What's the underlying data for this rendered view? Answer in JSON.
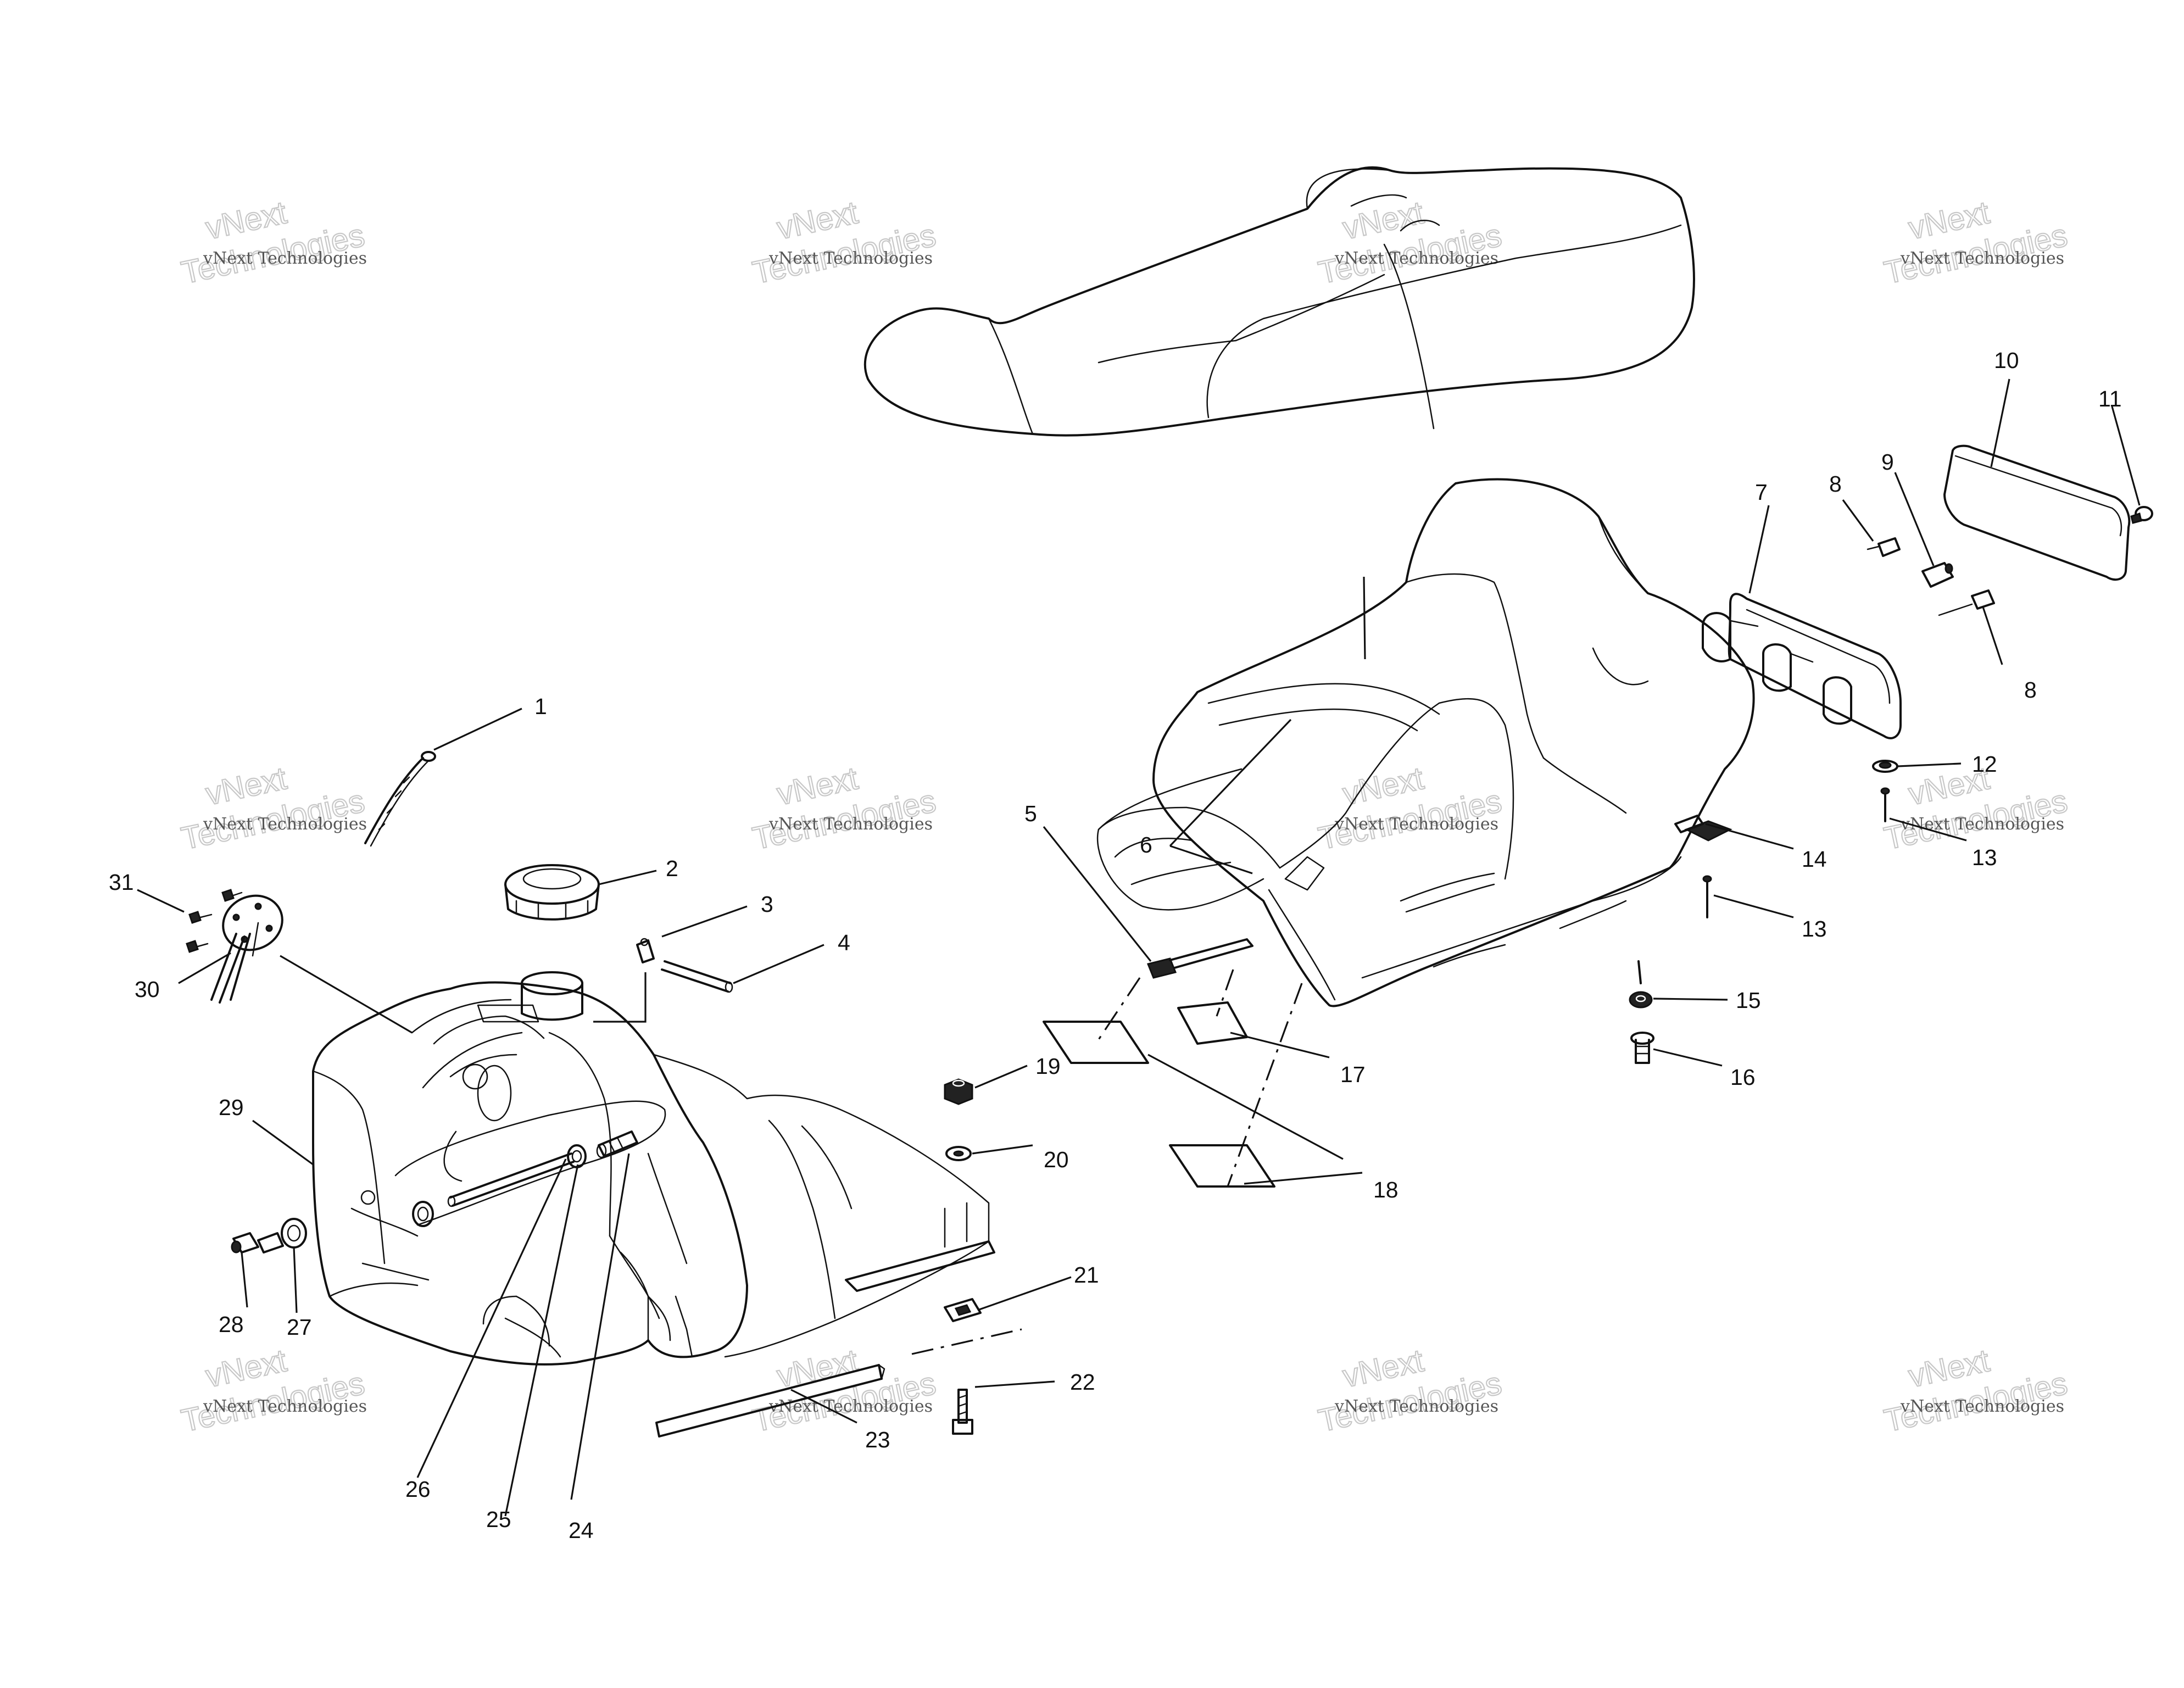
{
  "callouts": [
    "1",
    "2",
    "3",
    "4",
    "5",
    "6",
    "7",
    "8",
    "8",
    "9",
    "10",
    "11",
    "12",
    "13",
    "13",
    "14",
    "15",
    "16",
    "17",
    "18",
    "19",
    "20",
    "21",
    "22",
    "23",
    "24",
    "25",
    "26",
    "27",
    "28",
    "29",
    "30",
    "31"
  ],
  "watermark": {
    "small": "vNext Technologies",
    "large": "vNext",
    "large2": "Technologies"
  }
}
